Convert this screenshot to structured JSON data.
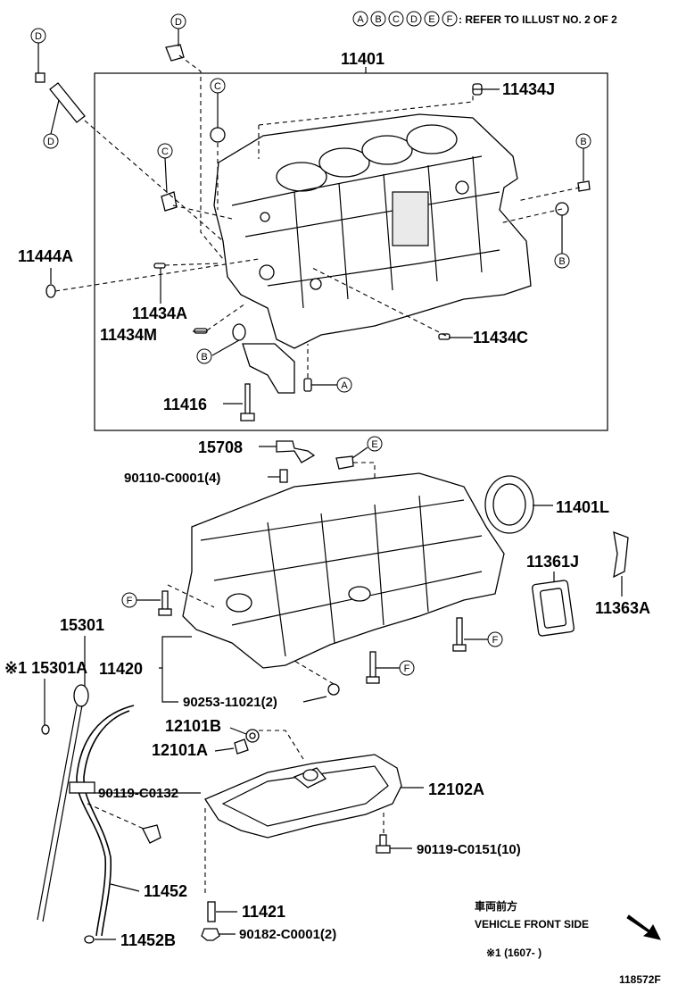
{
  "header": {
    "ref_letters": [
      "A",
      "B",
      "C",
      "D",
      "E",
      "F"
    ],
    "ref_note": ": REFER TO ILLUST NO. 2 OF 2"
  },
  "parts": {
    "p11401": "11401",
    "p11434J": "11434J",
    "p11444A": "11444A",
    "p11434A": "11434A",
    "p11434M": "11434M",
    "p11434C": "11434C",
    "p11416": "11416",
    "p15708": "15708",
    "p90110": "90110-C0001(4)",
    "p11401L": "11401L",
    "p11361J": "11361J",
    "p11363A": "11363A",
    "p15301": "15301",
    "p15301A": "※1 15301A",
    "p11420": "11420",
    "p90253": "90253-11021(2)",
    "p12101B": "12101B",
    "p12101A": "12101A",
    "p90119a": "90119-C0132",
    "p12102A": "12102A",
    "p90119b": "90119-C0151(10)",
    "p11452": "11452",
    "p11421": "11421",
    "p90182": "90182-C0001(2)",
    "p11452B": "11452B"
  },
  "callouts": {
    "d1": "D",
    "d2": "D",
    "d3": "D",
    "c1": "C",
    "c2": "C",
    "b1": "B",
    "b2": "B",
    "b3": "B",
    "a1": "A",
    "e1": "E",
    "f1": "F",
    "f2": "F",
    "f3": "F"
  },
  "footer": {
    "front_jp": "車両前方",
    "front_en": "VEHICLE FRONT SIDE",
    "note": "※1 (1607-       )",
    "illus_no": "118572F"
  }
}
